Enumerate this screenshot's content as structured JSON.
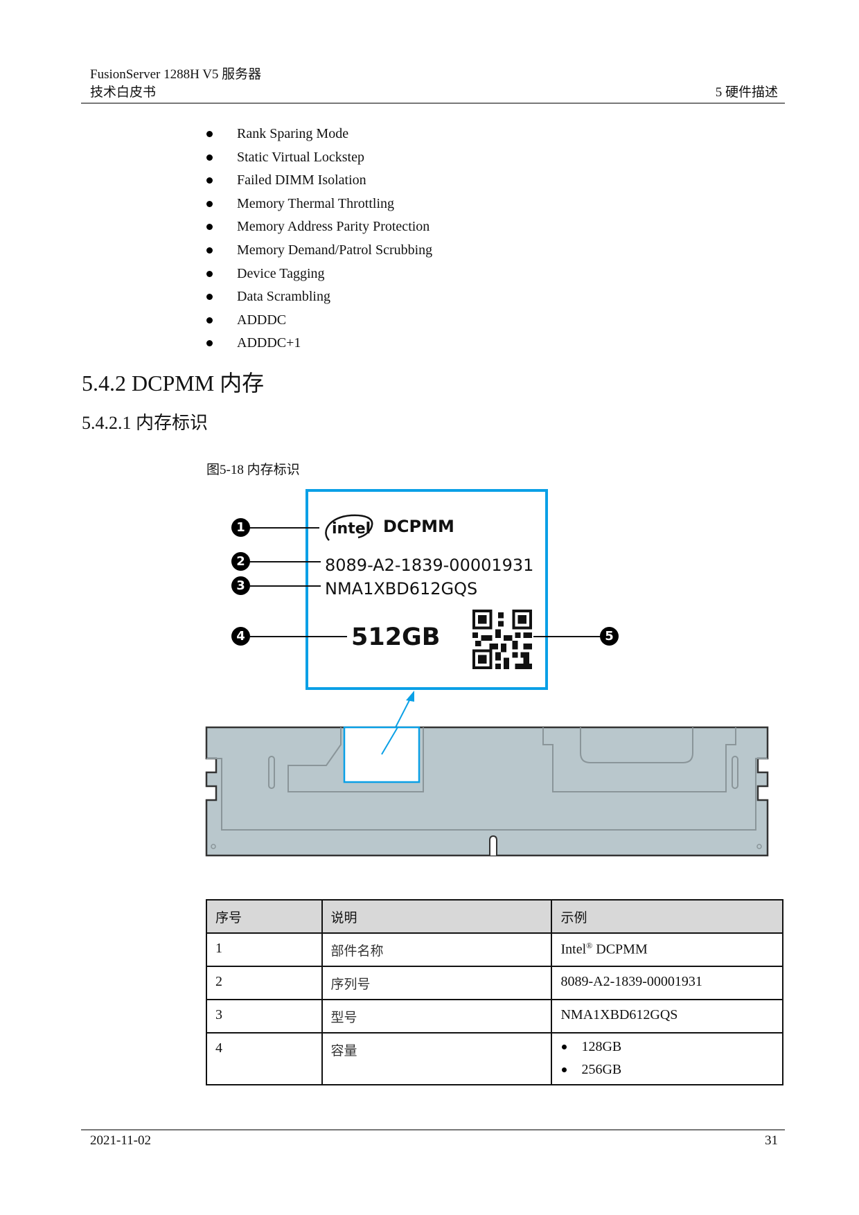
{
  "header": {
    "title_line1": "FusionServer 1288H V5  服务器",
    "title_line2": "技术白皮书",
    "chapter": "5  硬件描述"
  },
  "feature_list": [
    "Rank Sparing Mode",
    "Static Virtual Lockstep",
    "Failed DIMM Isolation",
    "Memory Thermal Throttling",
    "Memory Address Parity Protection",
    "Memory Demand/Patrol Scrubbing",
    "Device Tagging",
    "Data Scrambling",
    "ADDDC",
    "ADDDC+1"
  ],
  "section": {
    "heading": "5.4.2 DCPMM 内存",
    "subheading": "5.4.2.1 内存标识"
  },
  "figure": {
    "caption": "图5-18 内存标识",
    "label": {
      "brand_logo": "intel",
      "product": "DCPMM",
      "serial": "8089-A2-1839-00001931",
      "model": "NMA1XBD612GQS",
      "capacity": "512GB",
      "qr_icon": "qr-code-icon"
    },
    "callouts": [
      "1",
      "2",
      "3",
      "4",
      "5"
    ],
    "colors": {
      "label_border": "#0aa0e6",
      "dimm_fill": "#b9c7cc",
      "dimm_line": "#8a9599"
    }
  },
  "table": {
    "headers": [
      "序号",
      "说明",
      "示例"
    ],
    "rows": [
      {
        "no": "1",
        "desc": "部件名称",
        "example": "Intel",
        "example_sup": "®",
        "example_tail": " DCPMM"
      },
      {
        "no": "2",
        "desc": "序列号",
        "example": "8089-A2-1839-00001931"
      },
      {
        "no": "3",
        "desc": "型号",
        "example": "NMA1XBD612GQS"
      },
      {
        "no": "4",
        "desc": "容量",
        "example_list": [
          "128GB",
          "256GB"
        ]
      }
    ]
  },
  "footer": {
    "date": "2021-11-02",
    "page": "31"
  }
}
